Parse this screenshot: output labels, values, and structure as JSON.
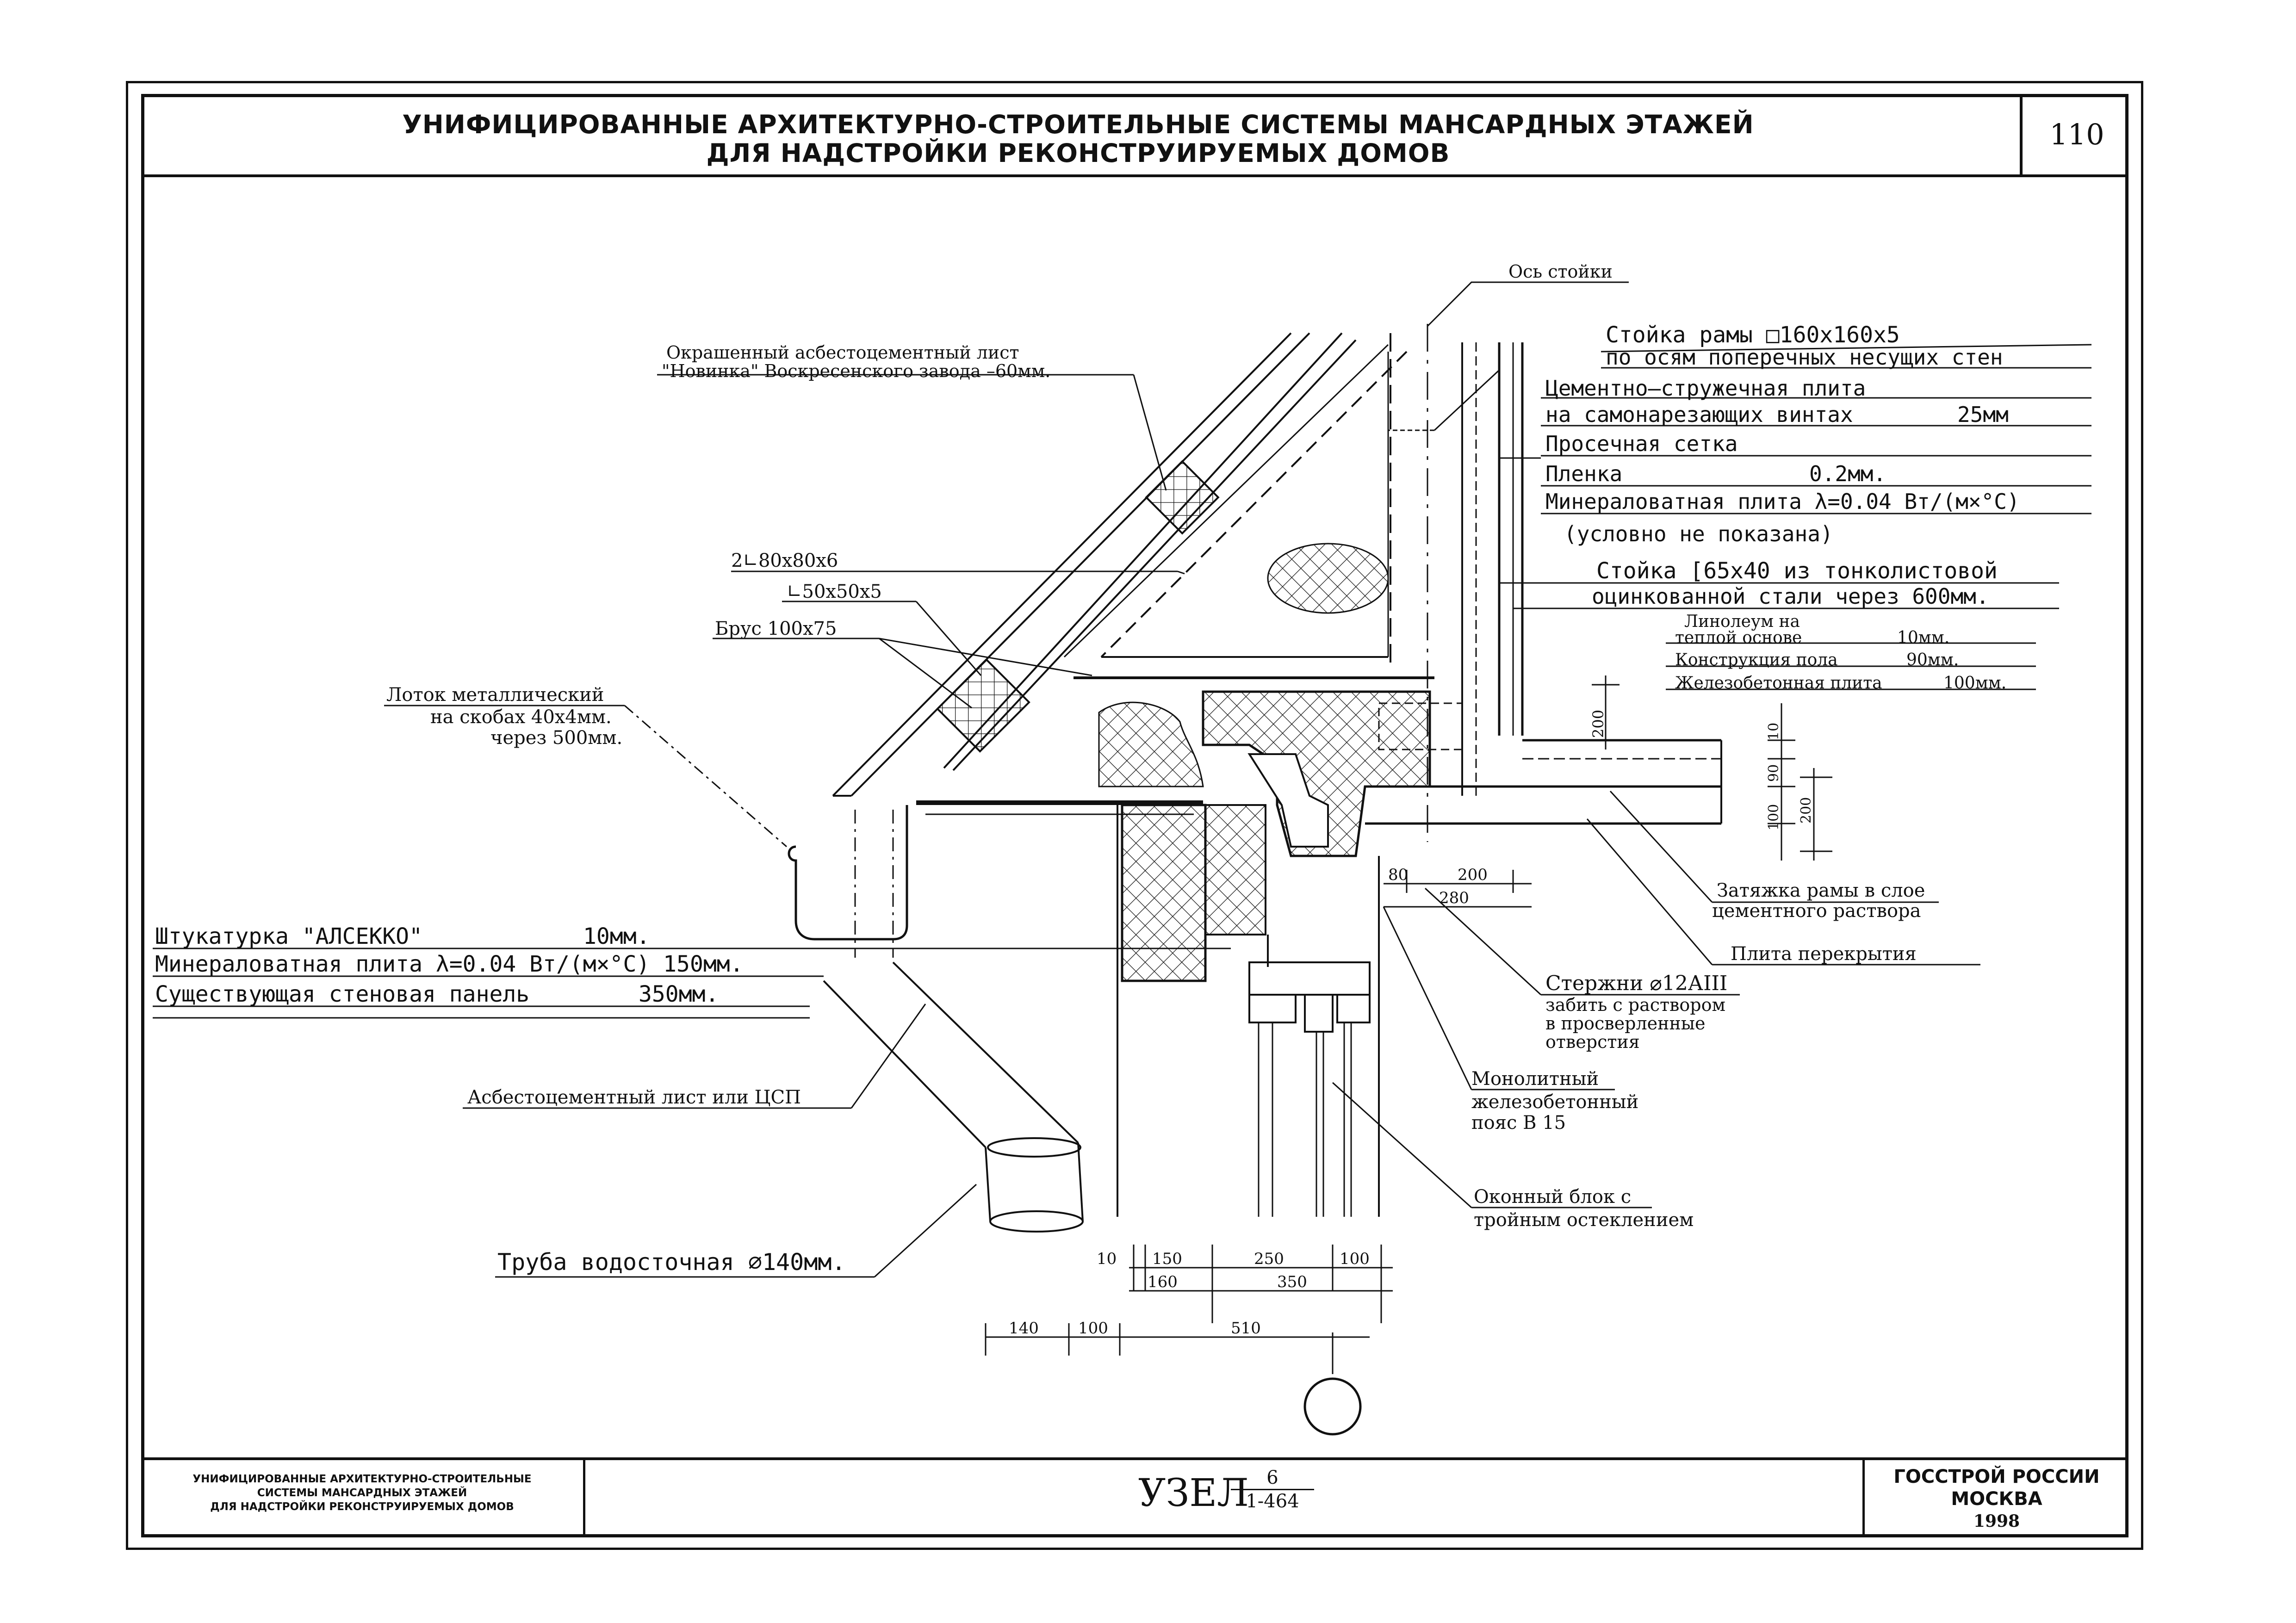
{
  "header": {
    "title_line1": "УНИФИЦИРОВАННЫЕ АРХИТЕКТУРНО-СТРОИТЕЛЬНЫЕ СИСТЕМЫ МАНСАРДНЫХ ЭТАЖЕЙ",
    "title_line2": "ДЛЯ НАДСТРОЙКИ РЕКОНСТРУИРУЕМЫХ ДОМОВ",
    "page_number": "110"
  },
  "labels": {
    "axis": "Ось стойки",
    "post_frame_1": "Стойка рамы □160x160x5",
    "post_frame_2": "по осям поперечных несущих стен",
    "csp_1": "Цементно–стружечная плита",
    "csp_2": "на самонарезающих винтах",
    "csp_2b": "25мм",
    "mesh": "Просечная сетка",
    "film": "Пленка",
    "film_b": "0.2мм.",
    "mineral_top": "Минераловатная плита λ=0.04 Вт/(м×°С)",
    "not_shown": "(условно не показана)",
    "post_thin_1": "Стойка [65x40 из тонколистовой",
    "post_thin_2": "оцинкованной стали через 600мм.",
    "linoleum_1": "Линолеум на",
    "linoleum_2": "теплой основе",
    "linoleum_2b": "10мм.",
    "floor": "Конструкция пола",
    "floor_b": "90мм.",
    "rc_slab": "Железобетонная плита",
    "rc_slab_b": "100мм.",
    "asb_sheet_1": "Окрашенный асбестоцементный лист",
    "asb_sheet_2": "\"Новинка\" Воскресенского завода –60мм.",
    "angle_1": "2∟80x80x6",
    "angle_2": "∟50x50x5",
    "beam": "Брус 100x75",
    "gutter_1": "Лоток металлический",
    "gutter_2": "на скобах 40x4мм.",
    "gutter_3": "через 500мм.",
    "plaster": "Штукатурка \"АЛСЕККО\"",
    "plaster_b": "10мм.",
    "mineral_wall": "Минераловатная плита λ=0.04 Вт/(м×°С) 150мм.",
    "existing_wall": "Существующая стеновая панель",
    "existing_wall_b": "350мм.",
    "asb_or_csp": "Асбестоцементный лист или ЦСП",
    "downpipe": "Труба водосточная ⌀140мм.",
    "tie_1": "Затяжка рамы в слое",
    "tie_2": "цементного раствора",
    "slab": "Плита перекрытия",
    "rods_1": "Стержни ⌀12АIII",
    "rods_2": "забить с раствором",
    "rods_3": "в просверленные",
    "rods_4": "отверстия",
    "mono_1": "Монолитный",
    "mono_2": "железобетонный",
    "mono_3": "пояс В 15",
    "window_1": "Оконный блок с",
    "window_2": "тройным остеклением"
  },
  "dimensions": {
    "d200_a": "200",
    "d10": "10",
    "d90": "90",
    "d100_v": "100",
    "d200_v": "200",
    "d80": "80",
    "d200_h": "200",
    "d280": "280",
    "row1": [
      "10",
      "150",
      "250",
      "100"
    ],
    "row2": [
      "160",
      "350"
    ],
    "row3": [
      "140",
      "100",
      "510"
    ]
  },
  "footer": {
    "left_1": "УНИФИЦИРОВАННЫЕ АРХИТЕКТУРНО-СТРОИТЕЛЬНЫЕ",
    "left_2": "СИСТЕМЫ МАНСАРДНЫХ ЭТАЖЕЙ",
    "left_3": "ДЛЯ НАДСТРОЙКИ РЕКОНСТРУИРУЕМЫХ ДОМОВ",
    "node_label": "УЗЕЛ",
    "node_num": "6",
    "node_sheet": "1-464",
    "org_1": "ГОССТРОЙ РОССИИ",
    "org_2": "МОСКВА",
    "year": "1998"
  }
}
